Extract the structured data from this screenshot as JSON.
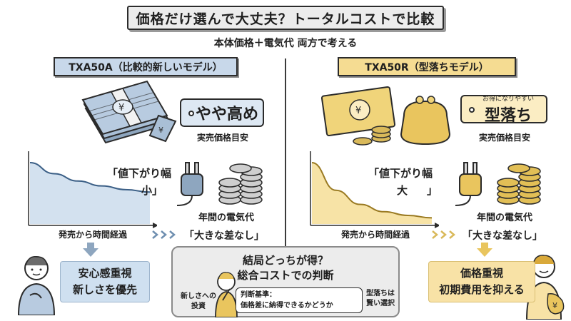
{
  "header": {
    "title": "価格だけ選んで大丈夫？トータルコストで比較",
    "subtitle": "本体価格＋電気代 両方で考える"
  },
  "left": {
    "model_label": "TXA50A（比較的新しいモデル）",
    "price_tag": "やや高め",
    "price_caption": "実売価格目安",
    "drop_label_1": "「値下がり幅",
    "drop_label_2": "小」",
    "axis_label": "発売から時間経過",
    "power_caption": "年間の電気代",
    "power_note": "「大きな差なし」",
    "result_line1": "安心感重視",
    "result_line2": "新しさを優先",
    "chart_values": [
      1.0,
      0.82,
      0.7,
      0.62,
      0.56,
      0.52
    ],
    "accent": "#c8d8ea"
  },
  "right": {
    "model_label": "TXA50R（型落ちモデル）",
    "price_tag_small": "お得になりやすい",
    "price_tag": "型落ち",
    "price_caption": "実売価格目安",
    "drop_label_1": "「値下がり幅",
    "drop_label_2": "大",
    "drop_label_3": "」",
    "axis_label": "発売から時間経過",
    "power_caption": "年間の電気代",
    "power_note": "「大きな差なし」",
    "result_line1": "価格重視",
    "result_line2": "初期費用を抑える",
    "chart_values": [
      1.0,
      0.55,
      0.32,
      0.2,
      0.14,
      0.1
    ],
    "accent": "#f5dc92"
  },
  "center": {
    "title_line1": "結局どっちが得？",
    "title_line2": "総合コストでの判断",
    "left_note_1": "新しさへの",
    "left_note_2": "投資",
    "criteria_1": "判断基準：",
    "criteria_2": "価格差に納得できるかどうか",
    "right_note_1": "型落ちは",
    "right_note_2": "賢い選択"
  }
}
